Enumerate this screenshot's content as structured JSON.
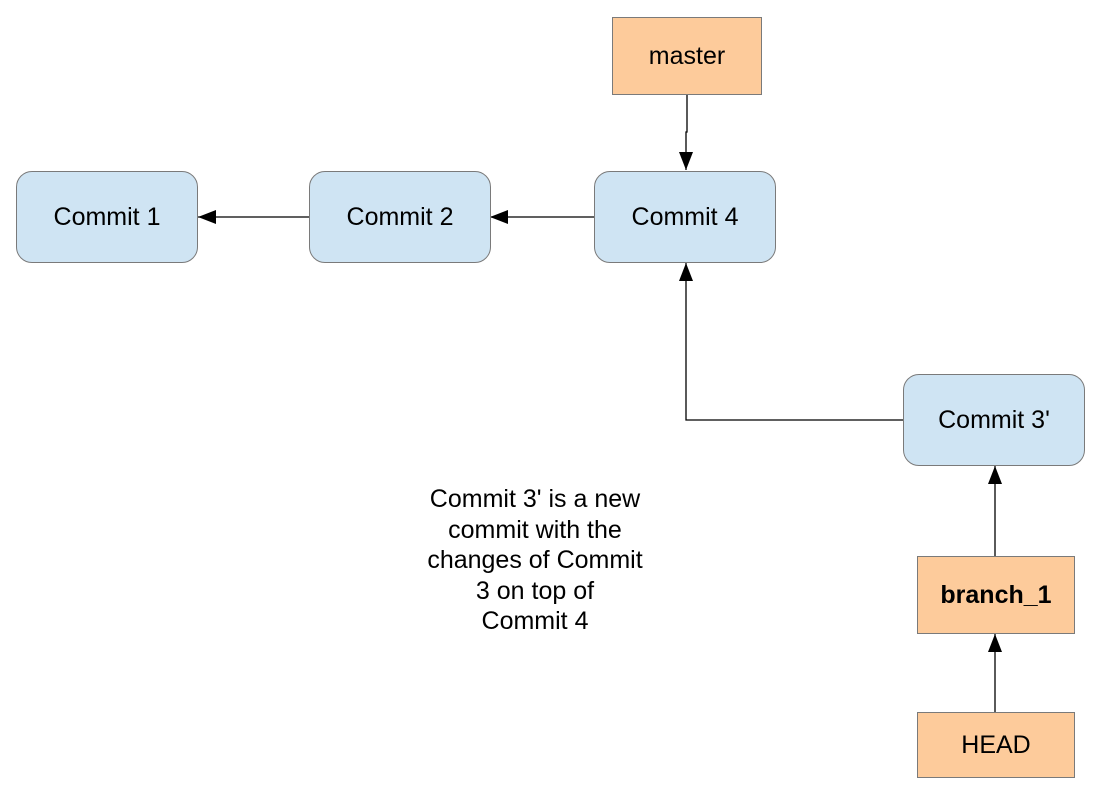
{
  "diagram": {
    "nodes": {
      "master": "master",
      "commit1": "Commit 1",
      "commit2": "Commit 2",
      "commit4": "Commit 4",
      "commit3p": "Commit 3'",
      "branch1": "branch_1",
      "head": "HEAD"
    },
    "note": "Commit 3' is a new\ncommit with the\nchanges of Commit\n3 on top of\nCommit 4"
  },
  "colors": {
    "commit_fill": "#cfe4f3",
    "ref_fill": "#fdcb9b",
    "edge": "#000000"
  }
}
